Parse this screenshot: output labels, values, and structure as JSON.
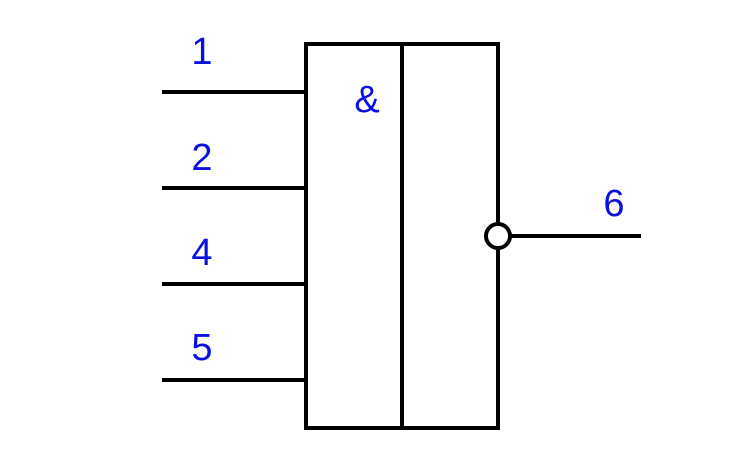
{
  "gate": {
    "symbol": "&",
    "inputs": [
      {
        "pin": "1"
      },
      {
        "pin": "2"
      },
      {
        "pin": "4"
      },
      {
        "pin": "5"
      }
    ],
    "output": {
      "pin": "6",
      "inverted": true
    }
  },
  "colors": {
    "label": "#0a10e0",
    "line": "#000000",
    "background": "#ffffff"
  }
}
